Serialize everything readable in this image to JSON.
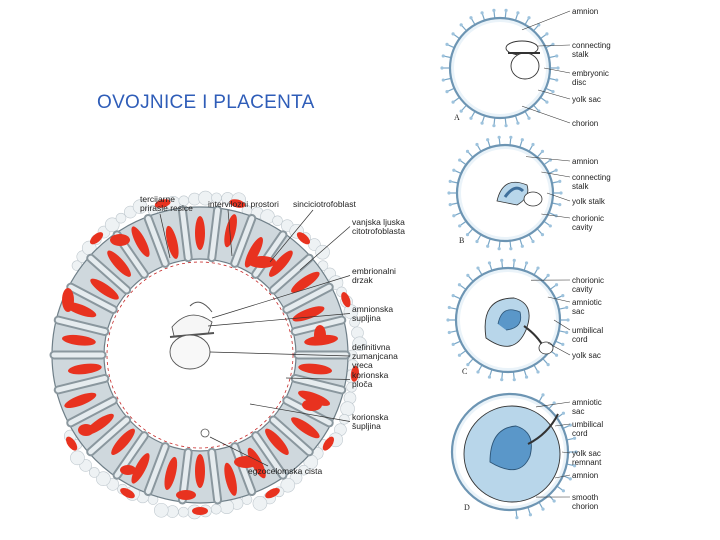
{
  "title": "OVOJNICE I PLACENTA",
  "left_diagram": {
    "labels": [
      {
        "id": "tercijarne",
        "lines": [
          "tercijarne",
          "prirasle resice"
        ]
      },
      {
        "id": "intervilozni",
        "lines": [
          "intervilozni prostori"
        ]
      },
      {
        "id": "sinciciotrofoblast",
        "lines": [
          "sinciciotrofoblast"
        ]
      },
      {
        "id": "vanjska",
        "lines": [
          "vanjska ljuska",
          "citotrofoblasta"
        ]
      },
      {
        "id": "embrionalni",
        "lines": [
          "embrionalni",
          "drzak"
        ]
      },
      {
        "id": "amnionska",
        "lines": [
          "amnionska",
          "supljina"
        ]
      },
      {
        "id": "definitivna",
        "lines": [
          "definitivna",
          "zumanjcana",
          "vreca"
        ]
      },
      {
        "id": "korionska_ploca",
        "lines": [
          "korionska",
          "ploča"
        ]
      },
      {
        "id": "korionska_supljina",
        "lines": [
          "korionska",
          "šupljina"
        ]
      },
      {
        "id": "egzocelomska",
        "lines": [
          "egzocelomska cista"
        ]
      }
    ]
  },
  "right_panels": [
    {
      "letter": "A",
      "labels": [
        [
          "amnion"
        ],
        [
          "connecting",
          "stalk"
        ],
        [
          "embryonic",
          "disc"
        ],
        [
          "yolk sac"
        ],
        [
          "chorion"
        ]
      ]
    },
    {
      "letter": "B",
      "labels": [
        [
          "amnion"
        ],
        [
          "connecting",
          "stalk"
        ],
        [
          "yolk stalk"
        ],
        [
          "chorionic",
          "cavity"
        ]
      ]
    },
    {
      "letter": "C",
      "labels": [
        [
          "chorionic",
          "cavity"
        ],
        [
          "amniotic",
          "sac"
        ],
        [
          "umbilical",
          "cord"
        ],
        [
          "yolk sac"
        ]
      ]
    },
    {
      "letter": "D",
      "labels": [
        [
          "amniotic",
          "sac"
        ],
        [
          "umbilical",
          "cord"
        ],
        [
          "yolk sac",
          "remnant"
        ],
        [
          "amnion"
        ],
        [
          "smooth",
          "chorion"
        ]
      ]
    }
  ],
  "colors": {
    "title": "#2f5db8",
    "villi": "#e8321f",
    "membrane": "#b8d6ea",
    "embryo": "#5a97c9"
  }
}
